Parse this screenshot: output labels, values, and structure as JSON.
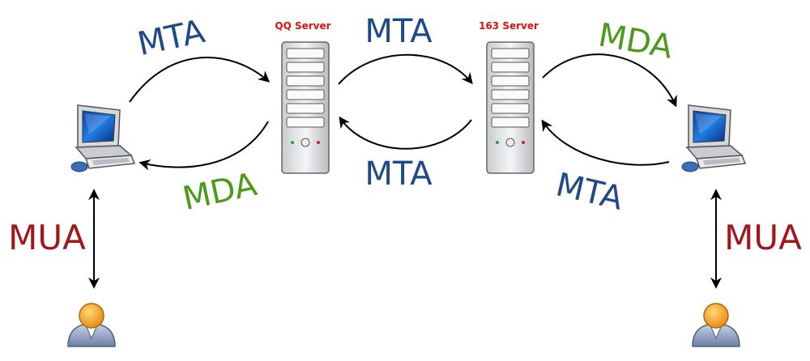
{
  "servers": {
    "left": {
      "title": "QQ Server"
    },
    "right": {
      "title": "163 Server"
    }
  },
  "labels": {
    "mta_left_top": "MTA",
    "mda_left_bottom": "MDA",
    "mta_center_top": "MTA",
    "mta_center_bottom": "MTA",
    "mda_right_top": "MDA",
    "mta_right_bottom": "MTA",
    "mua_left": "MUA",
    "mua_right": "MUA"
  },
  "colors": {
    "mta": "#1f4a87",
    "mda": "#4b9a1a",
    "mua": "#a0181c",
    "server_title": "#e01010"
  },
  "icons": {
    "computer": "computer-icon",
    "server": "server-icon",
    "user": "user-icon"
  }
}
